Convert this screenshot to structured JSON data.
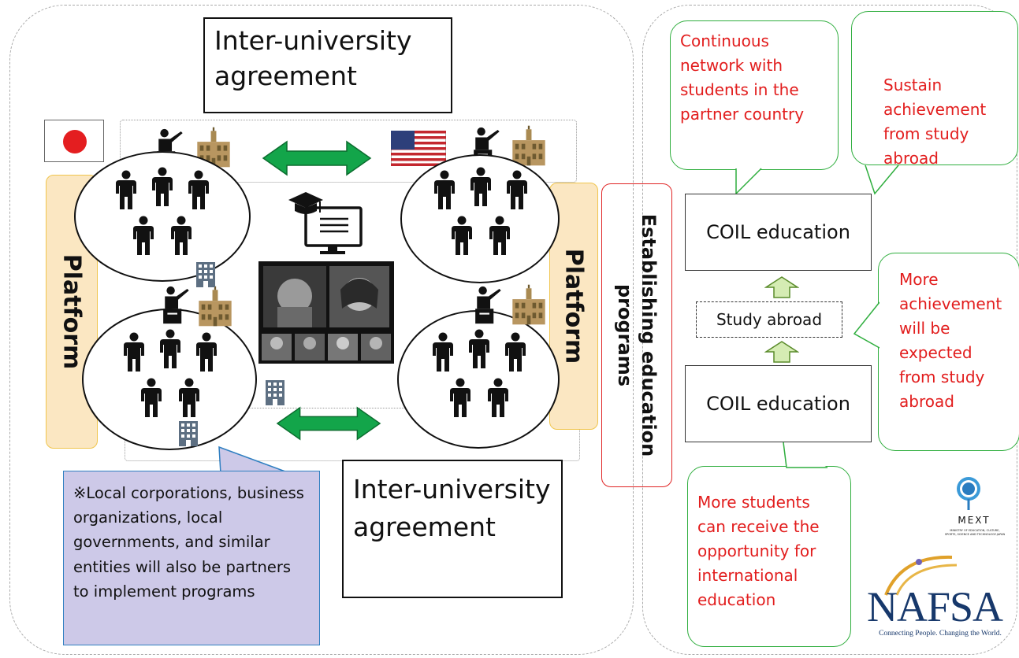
{
  "top_agreement": "Inter-university agreement",
  "bottom_agreement": "Inter-university agreement",
  "platform_left": "Platform",
  "platform_right": "Platform",
  "establishing": "Establishing education programs",
  "coil_top": "COIL education",
  "coil_bottom": "COIL education",
  "study_abroad": "Study abroad",
  "callouts": {
    "continuous": "Continuous network with students in the partner country",
    "sustain": "Sustain achievement from study abroad",
    "more_achievement": "More achievement will be expected from study abroad",
    "more_students": "More students can receive the opportunity for international education"
  },
  "note": "※Local corporations, business organizations, local governments, and similar entities will also be partners to implement programs",
  "mext": {
    "name": "MEXT",
    "subtitle": "MINISTRY OF EDUCATION, CULTURE, SPORTS, SCIENCE AND TECHNOLOGY-JAPAN"
  },
  "nafsa": {
    "name": "NAFSA",
    "tagline": "Connecting People. Changing the World."
  },
  "colors": {
    "green_arrow": "#13a54a",
    "red_text": "#e21d1d",
    "callout_border": "#2fae3e",
    "platform_fill": "#fbe7c2",
    "note_fill": "#cdc9e8"
  },
  "icons": [
    "japan-flag-icon",
    "usa-flag-icon",
    "teacher-icon",
    "university-building-icon",
    "office-building-icon",
    "person-icon",
    "graduation-monitor-icon",
    "up-arrow-icon",
    "double-arrow-icon"
  ]
}
